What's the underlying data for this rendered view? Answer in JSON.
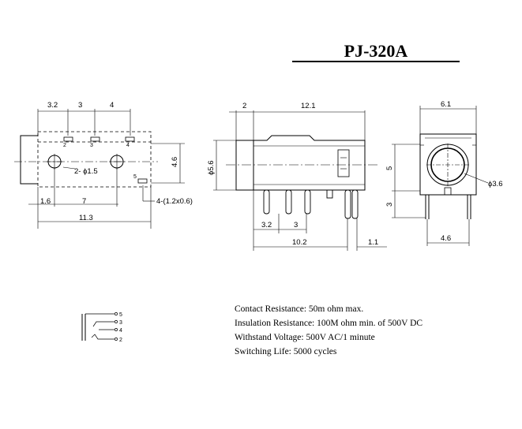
{
  "title": "PJ-320A",
  "specs": [
    "Contact Resistance:    50m ohm max.",
    "Insulation Resistance: 100M ohm min. of 500V DC",
    "Withstand Voltage: 500V AC/1 minute",
    "Switching Life: 5000 cycles"
  ],
  "front_view": {
    "dim_top": [
      "3.2",
      "3",
      "4"
    ],
    "dim_right": "4.6",
    "dim_bottom": [
      "1.6",
      "7",
      "11.3"
    ],
    "hole_label": "2- ϕ1.5",
    "pad_label": "4-(1.2x0.6)",
    "pin_numbers": [
      "2",
      "3",
      "4",
      "5"
    ]
  },
  "side_view": {
    "dim_top": [
      "2",
      "12.1"
    ],
    "dim_left": "ϕ5.6",
    "dim_bottom": [
      "3.2",
      "3",
      "10.2",
      "1.1"
    ]
  },
  "end_view": {
    "dim_top": "6.1",
    "dim_left": [
      "5",
      "3"
    ],
    "dim_right": "ϕ3.6",
    "dim_bottom": "4.6"
  },
  "schematic": {
    "pins": [
      "5",
      "3",
      "4",
      "2"
    ]
  }
}
